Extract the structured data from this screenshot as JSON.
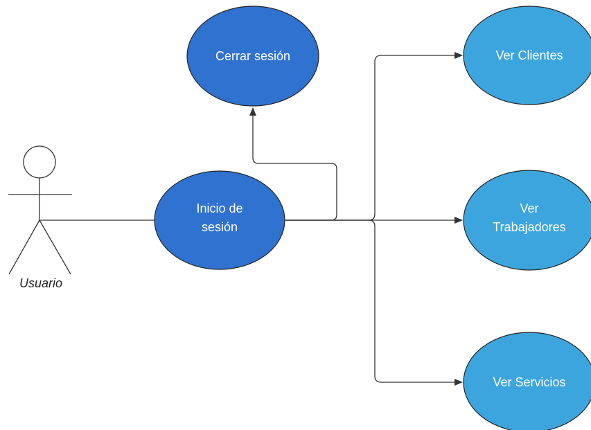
{
  "actor": {
    "label": "Usuario"
  },
  "use_cases": {
    "login": {
      "line1": "Inicio de",
      "line2": "sesión"
    },
    "logout": {
      "label": "Cerrar sesión"
    },
    "clients": {
      "label": "Ver Clientes"
    },
    "workers": {
      "line1": "Ver",
      "line2": "Trabajadores"
    },
    "services": {
      "label": "Ver Servicios"
    }
  },
  "colors": {
    "primary_use_case": "#2f72cf",
    "secondary_use_case": "#3da5dd",
    "stroke": "#222222"
  }
}
